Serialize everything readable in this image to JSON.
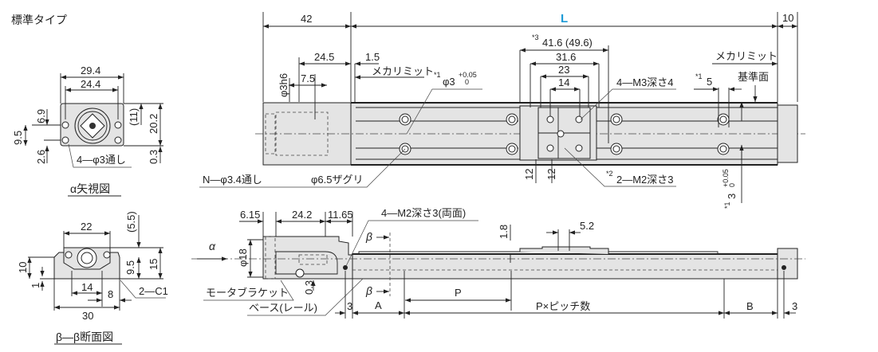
{
  "title": "標準タイプ",
  "top_view": {
    "dim_42": "42",
    "dim_L": "L",
    "dim_10": "10",
    "dim_24_5": "24.5",
    "dim_1_5": "1.5",
    "mecha_limit_left": "メカリミット",
    "dim_phi3h6": "φ3h6",
    "dim_7_5": "7.5",
    "note1_mark": "*1",
    "phi3_label": "φ3",
    "tol_plus": "+0.05",
    "tol_zero": "0",
    "note3_mark": "*3",
    "dim_41_6": "41.6 (49.6)",
    "dim_31_6": "31.6",
    "dim_23": "23",
    "dim_14": "14",
    "m3_label": "4—M3深さ4",
    "note1_mark_b": "*1",
    "dim_5": "5",
    "reference_surface": "基準面",
    "mecha_limit_right": "メカリミット",
    "dim_12a": "12",
    "dim_12b": "12",
    "hole_label_n": "N—φ3.4通し",
    "hole_label_cb": "φ6.5ザグリ",
    "note2_mark": "*2",
    "m2_label": "2—M2深さ3",
    "note1_mark_c": "*1",
    "dim_3": "3",
    "tol_plus_b": "+0.05",
    "tol_zero_b": "0"
  },
  "alpha_view": {
    "dim_29_4": "29.4",
    "dim_24_4": "24.4",
    "dim_11": "(11)",
    "dim_20_2": "20.2",
    "dim_6_9": "6.9",
    "dim_9_5": "9.5",
    "dim_2_6": "2.6",
    "dim_0_3": "0.3",
    "holes": "4—φ3通し",
    "caption": "α矢視図"
  },
  "section_view": {
    "dim_22": "22",
    "dim_5_5": "(5.5)",
    "dim_15": "15",
    "dim_9_5": "9.5",
    "dim_10": "10",
    "dim_1": "1",
    "dim_14": "14",
    "dim_8": "8",
    "chamfer": "2—C1",
    "dim_30": "30",
    "caption": "β—β断面図"
  },
  "side_view": {
    "dim_6_15": "6.15",
    "dim_24_2": "24.2",
    "dim_11_65": "11.65",
    "m2_both": "4—M2深さ3(両面)",
    "alpha": "α",
    "dim_phi18": "φ18",
    "dim_0_3": "0.3",
    "motor_bracket": "モータブラケット",
    "base_rail": "ベース(レール)",
    "beta_top": "β",
    "beta_bottom": "β",
    "dim_1_8": "1.8",
    "dim_5_2": "5.2",
    "dim_3_left": "3",
    "dim_A": "A",
    "dim_P": "P",
    "dim_pitch": "P×ピッチ数",
    "dim_B": "B",
    "dim_3_right": "3"
  },
  "colors": {
    "accent_L": "#1a9ad6",
    "body_fill": "#e4e4e4"
  }
}
